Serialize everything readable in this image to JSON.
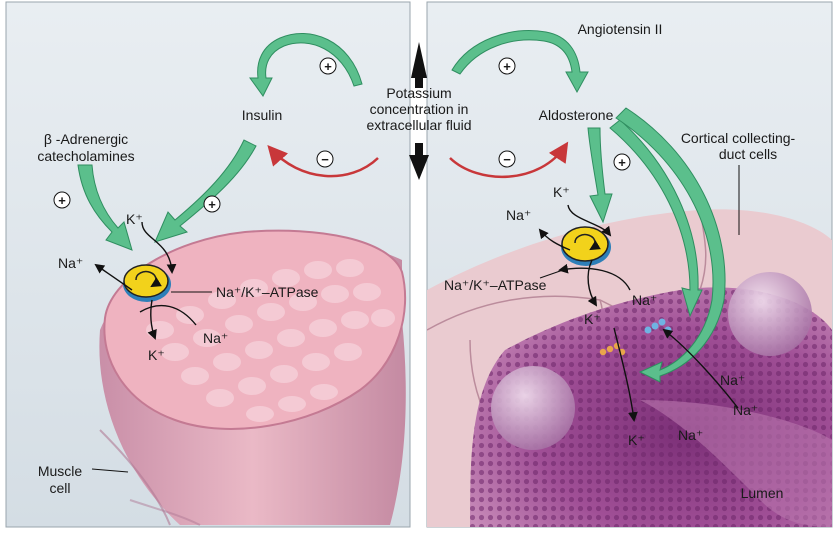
{
  "center": {
    "line1": "Potassium",
    "line2": "concentration in",
    "line3": "extracellular fluid"
  },
  "left": {
    "insulin": "Insulin",
    "beta_line1": "β -Adrenergic",
    "beta_line2": "catecholamines",
    "k_in": "K⁺",
    "na_out": "Na⁺",
    "pump": "Na⁺/K⁺–ATPase",
    "na_in": "Na⁺",
    "k_out": "K⁺",
    "muscle_line1": "Muscle",
    "muscle_line2": "cell"
  },
  "right": {
    "angiotensin": "Angiotensin II",
    "aldosterone": "Aldosterone",
    "cortical_line1": "Cortical collecting-",
    "cortical_line2": "duct cells",
    "k_in": "K⁺",
    "na_out": "Na⁺",
    "pump": "Na⁺/K⁺–ATPase",
    "na_channel": "Na⁺",
    "k_channel": "K⁺",
    "na_lumen1": "Na⁺",
    "na_lumen2": "Na⁺",
    "na_lumen3": "Na⁺",
    "k_lumen": "K⁺",
    "lumen": "Lumen"
  },
  "signs": {
    "plus": "+",
    "minus": "−"
  },
  "colors": {
    "stimulate_arrow": "#5bbf8c",
    "inhibit_arrow": "#c8373a",
    "pump_yellow": "#f2d21b",
    "panel_bg": "#dfe6eb",
    "muscle_pink": "#e7a9b8",
    "duct_purple": "#8f3f8a"
  }
}
